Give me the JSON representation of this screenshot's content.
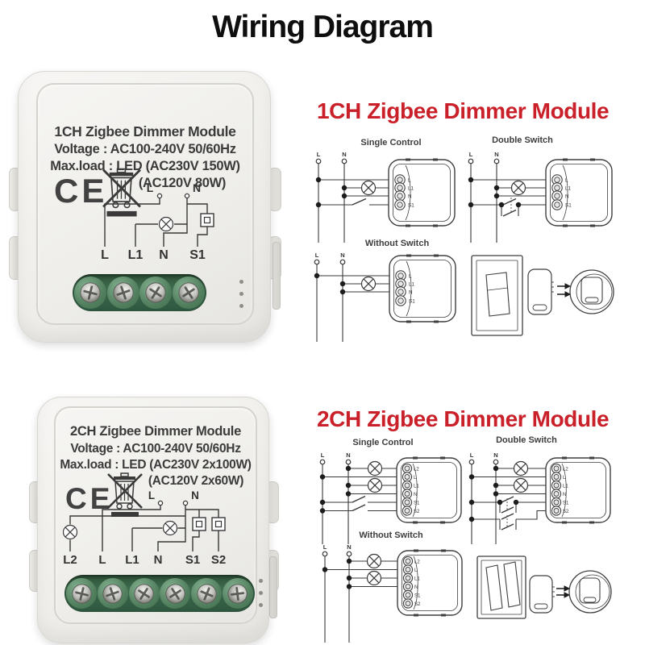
{
  "title": "Wiring Diagram",
  "colors": {
    "heading_red": "#c9202a",
    "terminal_green": "#3a6449",
    "device_body": "#efeeea"
  },
  "device_1ch": {
    "name": "1CH Zigbee Dimmer Module",
    "voltage": "Voltage : AC100-240V 50/60Hz",
    "max_load_line1": "Max.load : LED (AC230V 150W)",
    "max_load_line2": "(AC120V 80W)",
    "certification": "CE",
    "schematic_top_labels": [
      "L",
      "N"
    ],
    "terminals": [
      "L",
      "L1",
      "N",
      "S1"
    ]
  },
  "device_2ch": {
    "name": "2CH Zigbee Dimmer Module",
    "voltage": "Voltage : AC100-240V 50/60Hz",
    "max_load_line1": "Max.load : LED (AC230V 2x100W)",
    "max_load_line2": "(AC120V 2x60W)",
    "certification": "CE",
    "schematic_top_labels": [
      "L",
      "N"
    ],
    "terminals": [
      "L2",
      "L",
      "L1",
      "N",
      "S1",
      "S2"
    ]
  },
  "section_1ch": {
    "heading": "1CH Zigbee Dimmer Module",
    "labels": {
      "single_control": "Single Control",
      "double_switch": "Double Switch",
      "without_switch": "Without Switch"
    },
    "supply": [
      "L",
      "N"
    ],
    "module_terminals": [
      "L",
      "L1",
      "N",
      "S1"
    ]
  },
  "section_2ch": {
    "heading": "2CH Zigbee Dimmer Module",
    "labels": {
      "single_control": "Single Control",
      "double_switch": "Double Switch",
      "without_switch": "Without Switch"
    },
    "supply": [
      "L",
      "N"
    ],
    "module_terminals": [
      "L2",
      "L",
      "L1",
      "N",
      "S1",
      "S2"
    ]
  }
}
